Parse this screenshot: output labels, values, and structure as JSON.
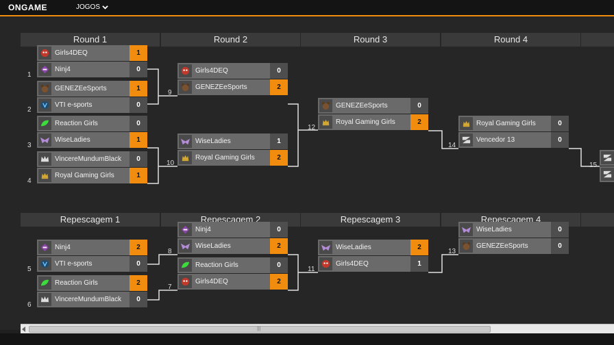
{
  "app": {
    "logo": "ONGAME",
    "menu_label": "JOGOS"
  },
  "headers_top": [
    "Round 1",
    "Round 2",
    "Round 3",
    "Round 4"
  ],
  "headers_bottom": [
    "Repescagem 1",
    "Repescagem 2",
    "Repescagem 3",
    "Repescagem 4"
  ],
  "matches": [
    {
      "num": "1",
      "t": [
        {
          "name": "Girls4DEQ",
          "score": "1",
          "logo": "skull-icon",
          "win": true
        },
        {
          "name": "Ninj4",
          "score": "0",
          "logo": "ninja-icon",
          "win": false
        }
      ]
    },
    {
      "num": "2",
      "t": [
        {
          "name": "GENEZEeSports",
          "score": "1",
          "logo": "bear-icon",
          "win": true
        },
        {
          "name": "VTI e-sports",
          "score": "0",
          "logo": "vti-icon",
          "win": false
        }
      ]
    },
    {
      "num": "3",
      "t": [
        {
          "name": "Reaction Girls",
          "score": "0",
          "logo": "leaf-icon",
          "win": false
        },
        {
          "name": "WiseLadies",
          "score": "1",
          "logo": "owl-icon",
          "win": true
        }
      ]
    },
    {
      "num": "4",
      "t": [
        {
          "name": "VincereMundumBlack",
          "score": "0",
          "logo": "crown-icon",
          "win": false
        },
        {
          "name": "Royal Gaming Girls",
          "score": "1",
          "logo": "royal-icon",
          "win": true
        }
      ]
    },
    {
      "num": "9",
      "t": [
        {
          "name": "Girls4DEQ",
          "score": "0",
          "logo": "skull-icon",
          "win": false
        },
        {
          "name": "GENEZEeSports",
          "score": "2",
          "logo": "bear-icon",
          "win": true
        }
      ]
    },
    {
      "num": "10",
      "t": [
        {
          "name": "WiseLadies",
          "score": "1",
          "logo": "owl-icon",
          "win": false
        },
        {
          "name": "Royal Gaming Girls",
          "score": "2",
          "logo": "royal-icon",
          "win": true
        }
      ]
    },
    {
      "num": "12",
      "t": [
        {
          "name": "GENEZEeSports",
          "score": "0",
          "logo": "bear-icon",
          "win": false
        },
        {
          "name": "Royal Gaming Girls",
          "score": "2",
          "logo": "royal-icon",
          "win": true
        }
      ]
    },
    {
      "num": "14",
      "t": [
        {
          "name": "Royal Gaming Girls",
          "score": "0",
          "logo": "royal-icon",
          "win": false
        },
        {
          "name": "Vencedor 13",
          "score": "0",
          "logo": "placeholder-icon",
          "win": false
        }
      ]
    },
    {
      "num": "5",
      "t": [
        {
          "name": "Ninj4",
          "score": "2",
          "logo": "ninja-icon",
          "win": true
        },
        {
          "name": "VTI e-sports",
          "score": "0",
          "logo": "vti-icon",
          "win": false
        }
      ]
    },
    {
      "num": "6",
      "t": [
        {
          "name": "Reaction Girls",
          "score": "2",
          "logo": "leaf-icon",
          "win": true
        },
        {
          "name": "VincereMundumBlack",
          "score": "0",
          "logo": "crown-icon",
          "win": false
        }
      ]
    },
    {
      "num": "8",
      "t": [
        {
          "name": "Ninj4",
          "score": "0",
          "logo": "ninja-icon",
          "win": false
        },
        {
          "name": "WiseLadies",
          "score": "2",
          "logo": "owl-icon",
          "win": true
        }
      ]
    },
    {
      "num": "7",
      "t": [
        {
          "name": "Reaction Girls",
          "score": "0",
          "logo": "leaf-icon",
          "win": false
        },
        {
          "name": "Girls4DEQ",
          "score": "2",
          "logo": "skull-icon",
          "win": true
        }
      ]
    },
    {
      "num": "11",
      "t": [
        {
          "name": "WiseLadies",
          "score": "2",
          "logo": "owl-icon",
          "win": true
        },
        {
          "name": "Girls4DEQ",
          "score": "1",
          "logo": "skull-icon",
          "win": false
        }
      ]
    },
    {
      "num": "13",
      "t": [
        {
          "name": "WiseLadies",
          "score": "0",
          "logo": "owl-icon",
          "win": false
        },
        {
          "name": "GENEZEeSports",
          "score": "0",
          "logo": "bear-icon",
          "win": false
        }
      ]
    }
  ],
  "final_num": "15",
  "colors": {
    "accent": "#f28c0f",
    "row": "#6a6a6a",
    "header": "#3a3a3a",
    "background": "#262626"
  }
}
